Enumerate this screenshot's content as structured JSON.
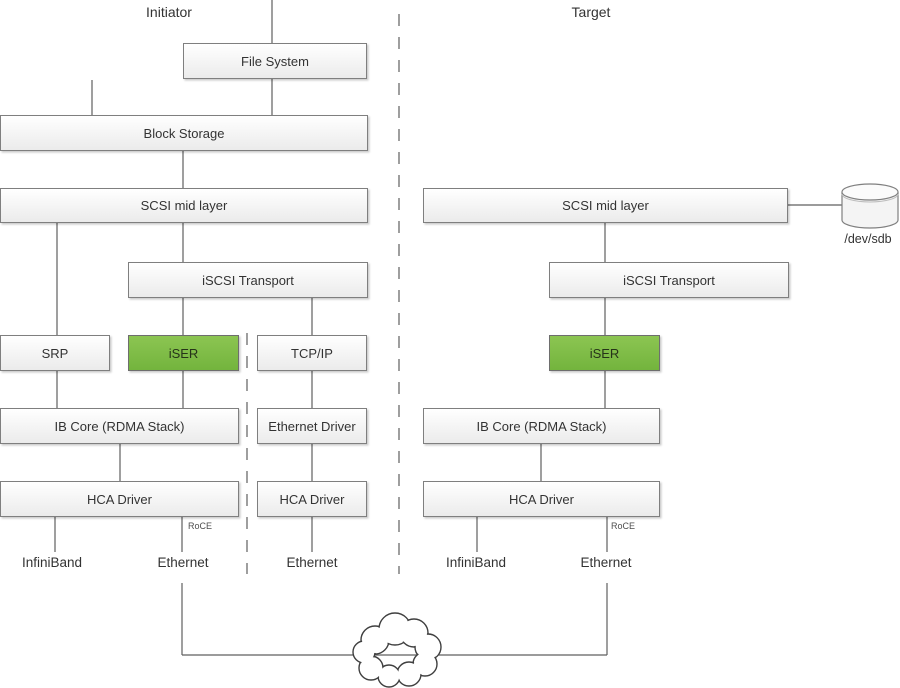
{
  "initiator": {
    "title": "Initiator",
    "boxes": {
      "file_system": "File System",
      "block_storage": "Block Storage",
      "scsi_mid_layer": "SCSI mid layer",
      "iscsi_transport": "iSCSI Transport",
      "srp": "SRP",
      "iser": "iSER",
      "tcp_ip": "TCP/IP",
      "ib_core": "IB Core (RDMA Stack)",
      "ethernet_driver": "Ethernet Driver",
      "hca_driver_ib": "HCA Driver",
      "hca_driver_eth": "HCA Driver"
    },
    "labels": {
      "roce": "RoCE",
      "infiniband": "InfiniBand",
      "ethernet_roce": "Ethernet",
      "ethernet_tcp": "Ethernet"
    }
  },
  "target": {
    "title": "Target",
    "boxes": {
      "scsi_mid_layer": "SCSI mid layer",
      "iscsi_transport": "iSCSI Transport",
      "iser": "iSER",
      "ib_core": "IB Core (RDMA Stack)",
      "hca_driver": "HCA Driver"
    },
    "labels": {
      "roce": "RoCE",
      "infiniband": "InfiniBand",
      "ethernet": "Ethernet",
      "disk": "/dev/sdb"
    }
  },
  "colors": {
    "box_border": "#7f7f7f",
    "box_fill_top": "#ffffff",
    "box_fill_bottom": "#ebebeb",
    "iser_green_top": "#8cc552",
    "iser_green_bottom": "#73b43d",
    "line": "#5f5f5f",
    "text": "#333333"
  }
}
